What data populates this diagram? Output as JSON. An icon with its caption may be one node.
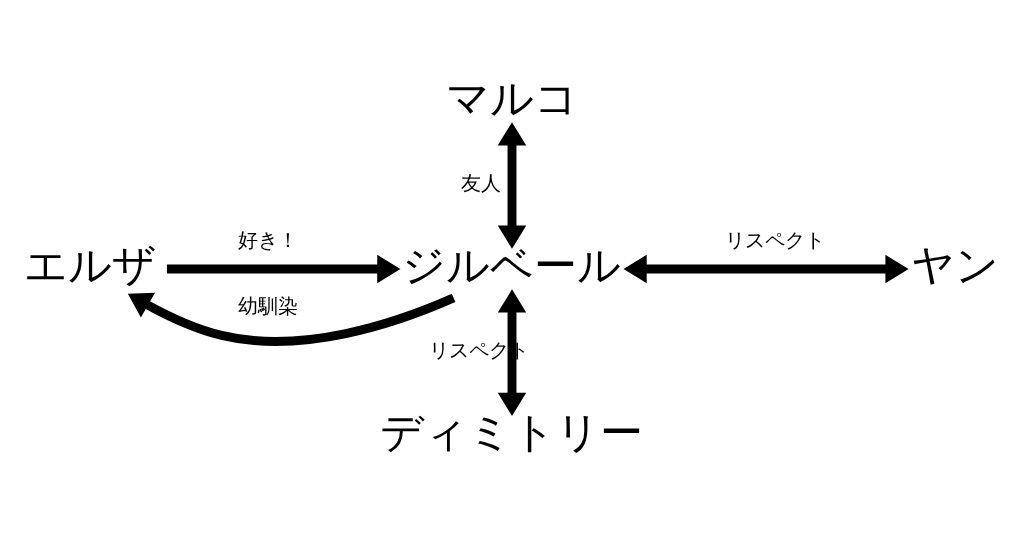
{
  "diagram": {
    "nodes": [
      {
        "text": [
          "マルコ"
        ]
      },
      {
        "text": [
          "エルザ"
        ]
      },
      {
        "text": [
          "ジルベール"
        ]
      },
      {
        "text": [
          "ヤン"
        ]
      },
      {
        "text": [
          "ディミトリー"
        ]
      }
    ],
    "edges": [
      {
        "from": 0,
        "to": 2,
        "arrow": "both",
        "label": "友人"
      },
      {
        "from": 1,
        "to": 2,
        "arrow": "to",
        "label": "好き！"
      },
      {
        "from": 2,
        "to": 1,
        "arrow": "to",
        "label": "幼馴染"
      },
      {
        "from": 2,
        "to": 3,
        "arrow": "both",
        "label": "リスペクト"
      },
      {
        "from": 2,
        "to": 4,
        "arrow": "both",
        "label": "リスペクト"
      }
    ]
  }
}
